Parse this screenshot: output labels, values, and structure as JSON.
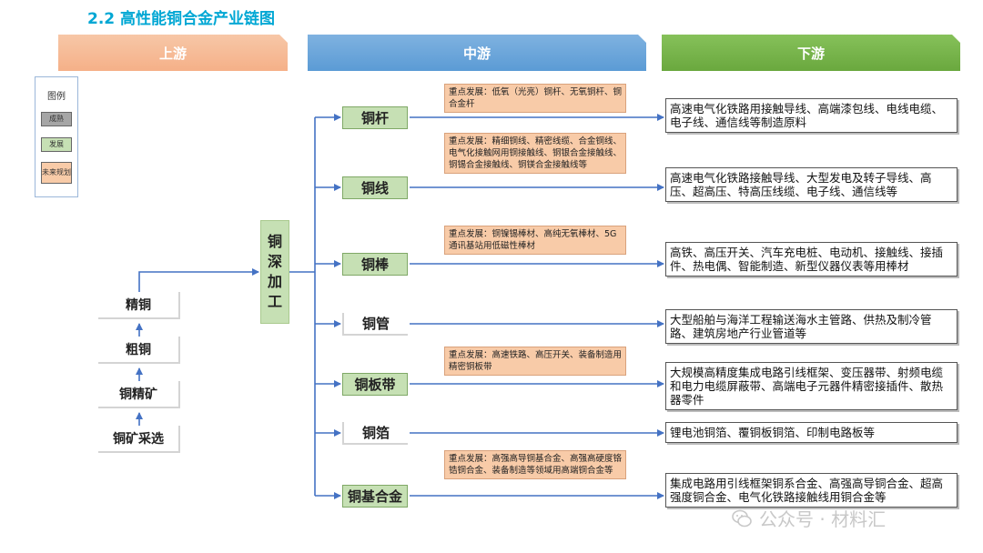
{
  "title": "2.2  高性能铜合金产业链图",
  "banners": {
    "upstream": "上游",
    "midstream": "中游",
    "downstream": "下游"
  },
  "legend": {
    "title": "图例",
    "items": [
      {
        "label": "成熟",
        "color": "#a6a6a6"
      },
      {
        "label": "发展",
        "color": "#c6e0b4"
      },
      {
        "label": "未来规划",
        "color": "#f8cba8"
      }
    ]
  },
  "upstream_chain": [
    "精铜",
    "粗铜",
    "铜精矿",
    "铜矿采选"
  ],
  "deep_processing": "铜深加工",
  "products": [
    {
      "name": "铜杆",
      "status": "发展",
      "focus": "重点发展：低氧（光亮）铜杆、无氧铜杆、铜合金杆",
      "application": "高速电气化铁路用接触导线、高端漆包线、电线电缆、电子线、通信线等制造原料"
    },
    {
      "name": "铜线",
      "status": "发展",
      "focus": "重点发展：精细铜线、精密线缆、合金铜线、电气化接触网用铜接触线、铜银合金接触线、铜锡合金接触线、铜镁合金接触线等",
      "application": "高速电气化铁路接触导线、大型发电及转子导线、高压、超高压、特高压线缆、电子线、通信线等"
    },
    {
      "name": "铜棒",
      "status": "发展",
      "focus": "重点发展：铜镍锡棒材、高纯无氧棒材、5G通讯基站用低磁性棒材",
      "application": "高铁、高压开关、汽车充电桩、电动机、接触线、接插件、热电偶、智能制造、新型仪器仪表等用棒材"
    },
    {
      "name": "铜管",
      "status": "",
      "focus": "",
      "application": "大型船舶与海洋工程输送海水主管路、供热及制冷管路、建筑房地产行业管道等"
    },
    {
      "name": "铜板带",
      "status": "发展",
      "focus": "重点发展：高速铁路、高压开关、装备制造用精密铜板带",
      "application": "大规模高精度集成电路引线框架、变压器带、射频电缆和电力电缆屏蔽带、高端电子元器件精密接插件、散热器零件"
    },
    {
      "name": "铜箔",
      "status": "",
      "focus": "",
      "application": "锂电池铜箔、覆铜板铜箔、印制电路板等"
    },
    {
      "name": "铜基合金",
      "status": "发展",
      "focus": "重点发展：高强高导铜基合金、高强高硬度铬锆铜合金、装备制造等领域用高端铜合金等",
      "application": "集成电路用引线框架铜系合金、高强高导铜合金、超高强度铜合金、电气化铁路接触线用铜合金等"
    }
  ],
  "watermark": "公众号 · 材料汇"
}
